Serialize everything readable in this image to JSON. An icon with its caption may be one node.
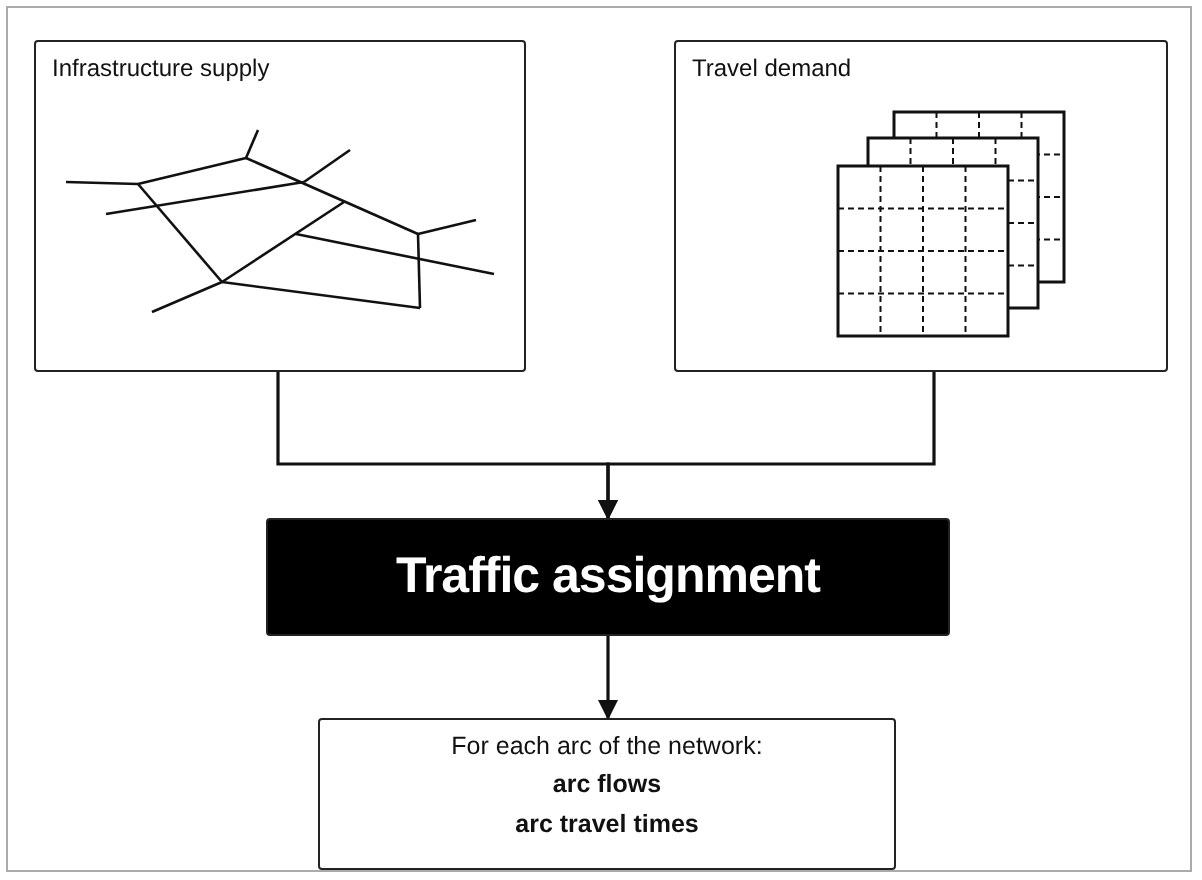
{
  "diagram": {
    "nodes": [
      {
        "text": [
          "Infrastructure supply"
        ]
      },
      {
        "text": [
          "Travel demand"
        ]
      },
      {
        "text": [
          "Traffic assignment"
        ]
      },
      {
        "text": [
          "For each arc of the network:",
          "arc flows",
          "arc travel times"
        ]
      }
    ],
    "edges": [
      {
        "from": 0,
        "to": 2,
        "arrow": "to"
      },
      {
        "from": 1,
        "to": 2,
        "arrow": "to"
      },
      {
        "from": 2,
        "to": 3,
        "arrow": "to"
      }
    ]
  }
}
